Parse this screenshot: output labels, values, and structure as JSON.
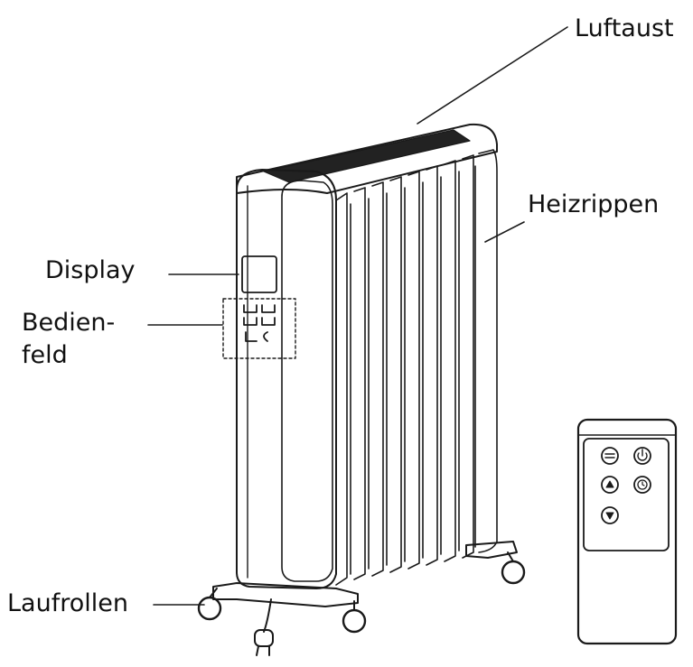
{
  "labels": {
    "luftaustritt": "Luftaust",
    "heizrippen": "Heizrippen",
    "display": "Display",
    "bedienfeld_line1": "Bedien-",
    "bedienfeld_line2": "feld",
    "laufrollen": "Laufrollen"
  },
  "colors": {
    "line": "#1a1a1a",
    "background": "#ffffff"
  },
  "icons": [
    "mode-icon",
    "power-icon",
    "up-arrow-icon",
    "timer-icon",
    "down-arrow-icon"
  ]
}
